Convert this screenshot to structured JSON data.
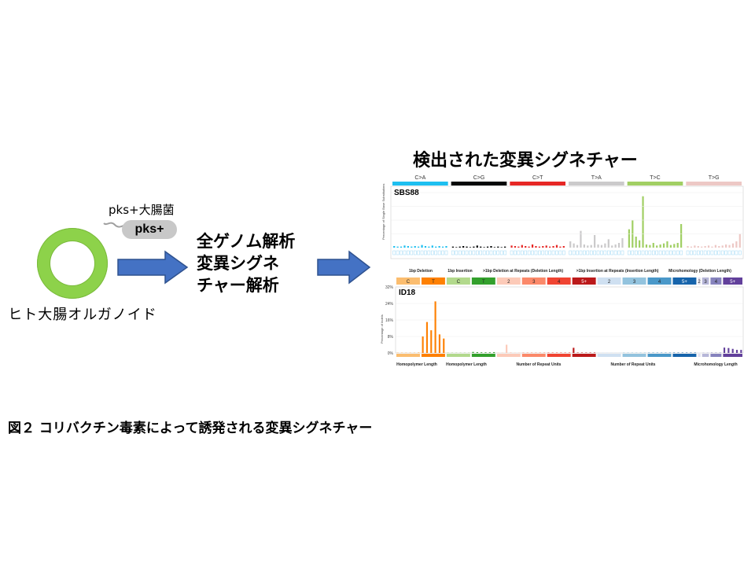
{
  "organoid": {
    "label": "ヒト大腸オルガノイド"
  },
  "bacteria": {
    "label": "pks+大腸菌",
    "pill": "pks+"
  },
  "analysis": {
    "lines": [
      "全ゲノム解析",
      "変異シグネ",
      "チャー解析"
    ]
  },
  "panel_title": "検出された変異シグネチャー",
  "caption": "図２ コリバクチン毒素によって誘発される変異シグネチャー",
  "colors": {
    "organoid": "#8dd24a",
    "arrow": "#4472c4",
    "pill": "#c8c8c8"
  },
  "chart_data": [
    {
      "type": "bar",
      "title": "SBS88",
      "ylabel": "Percentage of Single Base Substitutions",
      "groups": [
        {
          "name": "C>A",
          "color": "#1ebff0"
        },
        {
          "name": "C>G",
          "color": "#050708"
        },
        {
          "name": "C>T",
          "color": "#e62725"
        },
        {
          "name": "T>A",
          "color": "#cbcacb"
        },
        {
          "name": "T>C",
          "color": "#a1cf64"
        },
        {
          "name": "T>G",
          "color": "#edc8c5"
        }
      ],
      "values": [
        [
          0.3,
          0.2,
          0.2,
          0.4,
          0.3,
          0.2,
          0.3,
          0.2,
          0.5,
          0.3,
          0.2,
          0.4,
          0.2,
          0.3,
          0.2,
          0.3
        ],
        [
          0.2,
          0.1,
          0.2,
          0.3,
          0.2,
          0.1,
          0.2,
          0.4,
          0.2,
          0.1,
          0.2,
          0.3,
          0.1,
          0.2,
          0.1,
          0.2
        ],
        [
          0.4,
          0.3,
          0.2,
          0.5,
          0.3,
          0.2,
          0.6,
          0.3,
          0.2,
          0.3,
          0.4,
          0.2,
          0.3,
          0.5,
          0.2,
          0.3
        ],
        [
          1.2,
          0.8,
          0.5,
          3.2,
          0.6,
          0.4,
          0.5,
          2.4,
          0.6,
          0.5,
          0.8,
          1.6,
          0.4,
          0.6,
          0.9,
          1.8
        ],
        [
          3.5,
          5.2,
          2.1,
          1.4,
          9.8,
          0.6,
          0.5,
          0.9,
          0.4,
          0.6,
          0.8,
          1.2,
          0.5,
          0.7,
          0.9,
          4.5
        ],
        [
          0.3,
          0.2,
          0.4,
          0.3,
          0.2,
          0.3,
          0.4,
          0.2,
          0.5,
          0.3,
          0.4,
          0.6,
          0.5,
          0.8,
          1.2,
          2.6
        ]
      ]
    },
    {
      "type": "bar",
      "title": "ID18",
      "ylabel": "Percentage of Indels",
      "yticks": [
        "32%",
        "24%",
        "16%",
        "8%",
        "0%"
      ],
      "ylim": [
        0,
        32
      ],
      "super_headers": [
        "1bp Deletion",
        "1bp Insertion",
        ">1bp Deletion at Repeats (Deletion Length)",
        ">1bp Insertion at Repeats (Insertion Length)",
        "Microhomology (Deletion Length)"
      ],
      "groups": [
        {
          "name": "C",
          "color": "#fbbd6f"
        },
        {
          "name": "T",
          "color": "#fe8002"
        },
        {
          "name": "C",
          "color": "#b2d98c"
        },
        {
          "name": "T",
          "color": "#33a02c"
        },
        {
          "name": "2",
          "color": "#fccab8"
        },
        {
          "name": "3",
          "color": "#fb896a"
        },
        {
          "name": "4",
          "color": "#f04432"
        },
        {
          "name": "5+",
          "color": "#bb191a"
        },
        {
          "name": "2",
          "color": "#cfe0f1"
        },
        {
          "name": "3",
          "color": "#93c3de"
        },
        {
          "name": "4",
          "color": "#4a98c9"
        },
        {
          "name": "5+",
          "color": "#1764ab"
        },
        {
          "name": "2",
          "color": "#e1e1ef"
        },
        {
          "name": "3",
          "color": "#b6b6d8"
        },
        {
          "name": "4",
          "color": "#8683bd"
        },
        {
          "name": "5+",
          "color": "#62409b"
        }
      ],
      "xlabels": [
        "Homopolymer Length",
        "Homopolymer Length",
        "Number of Repeat Units",
        "Number of Repeat Units",
        "Microhomology Length"
      ],
      "values": [
        [
          0.2,
          0.2,
          0.2,
          0.2,
          0.2,
          0.3
        ],
        [
          8.0,
          15.0,
          11.0,
          25.0,
          9.0,
          7.0
        ],
        [
          0.2,
          0.2,
          0.2,
          0.2,
          0.2,
          0.2
        ],
        [
          0.5,
          0.4,
          0.3,
          0.3,
          0.3,
          0.4
        ],
        [
          0.2,
          0.2,
          4.0,
          0.3,
          0.2,
          0.2
        ],
        [
          0.2,
          0.2,
          0.2,
          0.2,
          0.2,
          0.2
        ],
        [
          0.2,
          0.2,
          0.2,
          0.2,
          0.2,
          0.2
        ],
        [
          2.5,
          0.2,
          0.2,
          0.2,
          0.2,
          0.2
        ],
        [
          0.2,
          0.2,
          0.2,
          0.2,
          0.2,
          0.2
        ],
        [
          0.2,
          0.2,
          0.2,
          0.2,
          0.2,
          0.2
        ],
        [
          0.2,
          0.2,
          0.2,
          0.2,
          0.2,
          0.2
        ],
        [
          0.2,
          0.2,
          0.2,
          0.2,
          0.2,
          0.2
        ],
        [
          0.2
        ],
        [
          0.2,
          0.2
        ],
        [
          0.2,
          0.2,
          0.2
        ],
        [
          2.6,
          2.4,
          2.0,
          1.5,
          1.5
        ]
      ]
    }
  ]
}
